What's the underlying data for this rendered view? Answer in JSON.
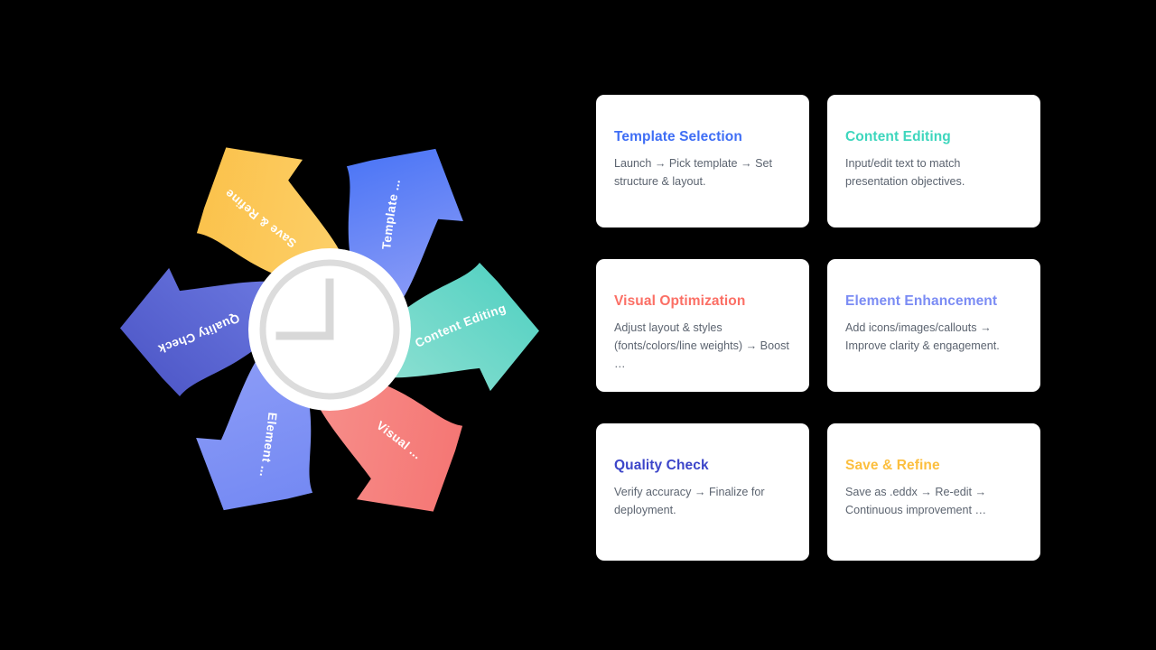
{
  "diagram": {
    "center_icon": "clock-icon",
    "center": {
      "circle_fill": "#ffffff",
      "ring_color": "#dcdcdc",
      "hand_color": "#d8d8d8"
    },
    "arrows": [
      {
        "label": "Template ...",
        "short": "Template",
        "direction": "up",
        "angle": -60,
        "color_from": "#8c9cf7",
        "color_to": "#3f6ef5"
      },
      {
        "label": "Content Editing",
        "short": "Content Editing",
        "direction": "right",
        "angle": 0,
        "color_from": "#8ee0d2",
        "color_to": "#4ccfc0"
      },
      {
        "label": "Visual ...",
        "short": "Visual",
        "direction": "down-right",
        "angle": 60,
        "color_from": "#f78f8b",
        "color_to": "#f4716f"
      },
      {
        "label": "Element ...",
        "short": "Element",
        "direction": "down-left",
        "angle": 120,
        "color_from": "#8c9cf7",
        "color_to": "#6f85f2"
      },
      {
        "label": "Quality Check",
        "short": "Quality Check",
        "direction": "left",
        "angle": 180,
        "color_from": "#6b78e0",
        "color_to": "#4a53c4"
      },
      {
        "label": "Save & Refine",
        "short": "Save & Refine",
        "direction": "up-left",
        "angle": 240,
        "color_from": "#fcd06a",
        "color_to": "#fbbf45"
      }
    ]
  },
  "cards": [
    {
      "title": "Template Selection",
      "description": "Launch → Pick template → Set structure & layout.",
      "accent": "#3f6ef5"
    },
    {
      "title": "Content Editing",
      "description": "Input/edit text to match presentation objectives.",
      "accent": "#3dd6bd"
    },
    {
      "title": "Visual Optimization",
      "description": "Adjust layout & styles (fonts/colors/line weights) → Boost …",
      "accent": "#fb6f65"
    },
    {
      "title": "Element Enhancement",
      "description": "Add icons/images/callouts → Improve clarity & engagement.",
      "accent": "#7b8cf4"
    },
    {
      "title": "Quality Check",
      "description": "Verify accuracy → Finalize for deployment.",
      "accent": "#3c45c9"
    },
    {
      "title": "Save & Refine",
      "description": "Save as .eddx → Re-edit → Continuous improvement  …",
      "accent": "#fcc githubfallback"
    }
  ],
  "palette": {
    "background": "#000000",
    "card_background": "#ffffff",
    "description_text": "#5c6470"
  }
}
